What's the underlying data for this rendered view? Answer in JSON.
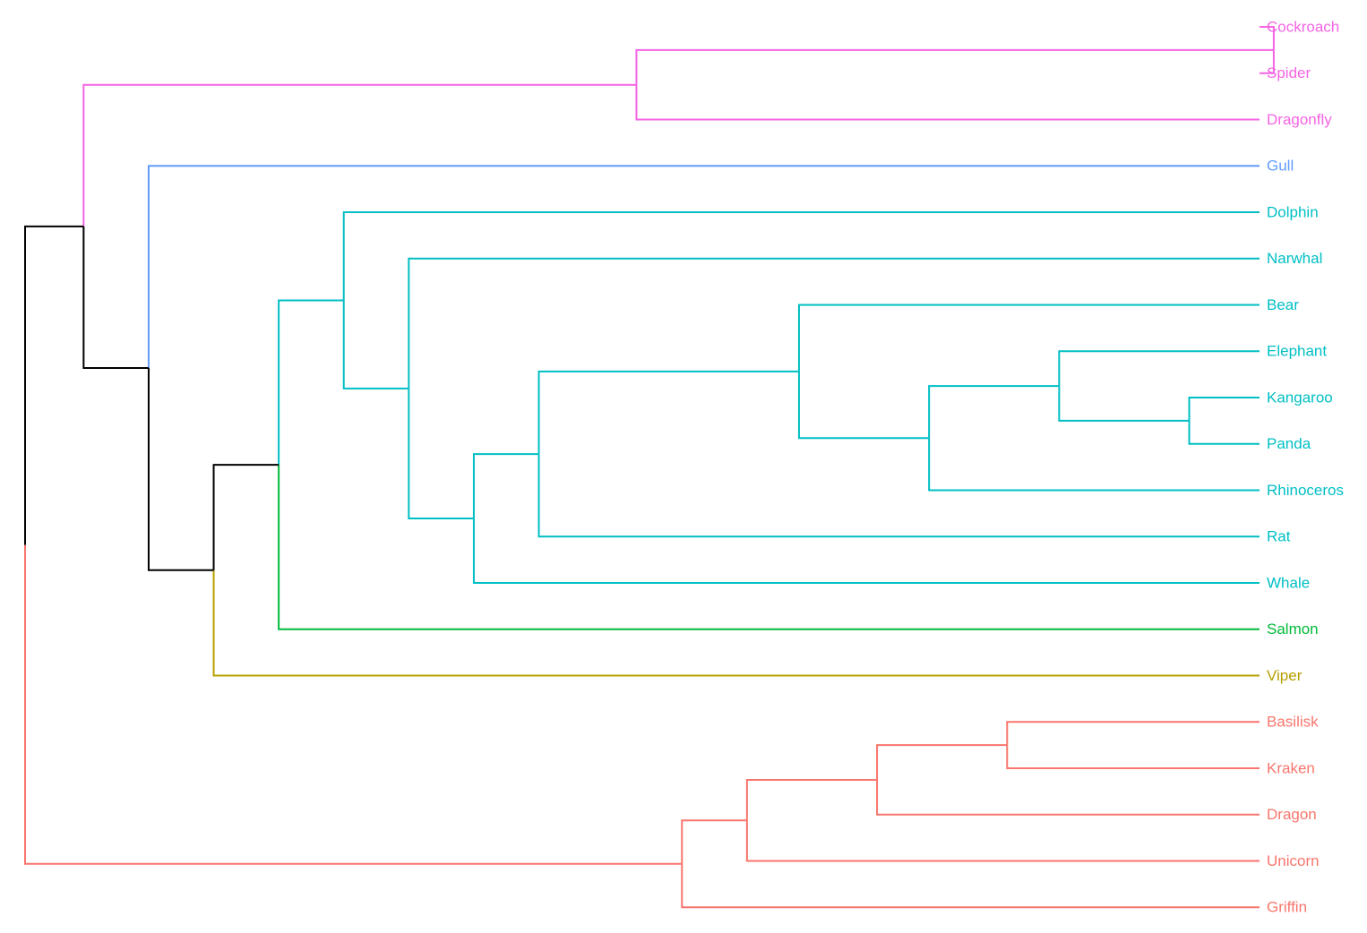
{
  "colors": {
    "pink": "#f564e3",
    "blue": "#619cff",
    "cyan": "#00bfc4",
    "green": "#00ba38",
    "olive": "#b79f00",
    "salmon": "#f8766d",
    "black": "#000000"
  },
  "leaves": [
    {
      "label": "Cockroach",
      "group": "pink"
    },
    {
      "label": "Spider",
      "group": "pink"
    },
    {
      "label": "Dragonfly",
      "group": "pink"
    },
    {
      "label": "Gull",
      "group": "blue"
    },
    {
      "label": "Dolphin",
      "group": "cyan"
    },
    {
      "label": "Narwhal",
      "group": "cyan"
    },
    {
      "label": "Bear",
      "group": "cyan"
    },
    {
      "label": "Elephant",
      "group": "cyan"
    },
    {
      "label": "Kangaroo",
      "group": "cyan"
    },
    {
      "label": "Panda",
      "group": "cyan"
    },
    {
      "label": "Rhinoceros",
      "group": "cyan"
    },
    {
      "label": "Rat",
      "group": "cyan"
    },
    {
      "label": "Whale",
      "group": "cyan"
    },
    {
      "label": "Salmon",
      "group": "green"
    },
    {
      "label": "Viper",
      "group": "olive"
    },
    {
      "label": "Basilisk",
      "group": "salmon"
    },
    {
      "label": "Kraken",
      "group": "salmon"
    },
    {
      "label": "Dragon",
      "group": "salmon"
    },
    {
      "label": "Unicorn",
      "group": "salmon"
    },
    {
      "label": "Griffin",
      "group": "salmon"
    }
  ],
  "merges": [
    {
      "id": "n1",
      "height": 19.2,
      "children": [
        "L0",
        "L1"
      ],
      "color": "pink"
    },
    {
      "id": "n2",
      "height": 9.4,
      "children": [
        "n1",
        "L2"
      ],
      "color": "pink"
    },
    {
      "id": "n3",
      "height": 17.9,
      "children": [
        "L8",
        "L9"
      ],
      "color": "cyan"
    },
    {
      "id": "n4",
      "height": 15.9,
      "children": [
        "L7",
        "n3"
      ],
      "color": "cyan"
    },
    {
      "id": "n5",
      "height": 13.9,
      "children": [
        "n4",
        "L10"
      ],
      "color": "cyan"
    },
    {
      "id": "n6",
      "height": 11.9,
      "children": [
        "L6",
        "n5"
      ],
      "color": "cyan"
    },
    {
      "id": "n7",
      "height": 7.9,
      "children": [
        "n6",
        "L11"
      ],
      "color": "cyan"
    },
    {
      "id": "n8",
      "height": 6.9,
      "children": [
        "n7",
        "L12"
      ],
      "color": "cyan"
    },
    {
      "id": "n9",
      "height": 5.9,
      "children": [
        "L5",
        "n8"
      ],
      "color": "cyan"
    },
    {
      "id": "n10",
      "height": 4.9,
      "children": [
        "L4",
        "n9"
      ],
      "color": "cyan"
    },
    {
      "id": "n11",
      "height": 3.9,
      "children": [
        "n10",
        "L13"
      ],
      "color": "black"
    },
    {
      "id": "n12",
      "height": 2.9,
      "children": [
        "n11",
        "L14"
      ],
      "color": "black"
    },
    {
      "id": "n13",
      "height": 1.9,
      "children": [
        "L3",
        "n12"
      ],
      "color": "black"
    },
    {
      "id": "n14",
      "height": 0.9,
      "children": [
        "n2",
        "n13"
      ],
      "color": "black"
    },
    {
      "id": "n15",
      "height": 15.1,
      "children": [
        "L15",
        "L16"
      ],
      "color": "salmon"
    },
    {
      "id": "n16",
      "height": 13.1,
      "children": [
        "n15",
        "L17"
      ],
      "color": "salmon"
    },
    {
      "id": "n17",
      "height": 11.1,
      "children": [
        "n16",
        "L18"
      ],
      "color": "salmon"
    },
    {
      "id": "n18",
      "height": 10.1,
      "children": [
        "n17",
        "L19"
      ],
      "color": "salmon"
    },
    {
      "id": "n19",
      "height": 0,
      "children": [
        "n14",
        "n18"
      ],
      "color": "black"
    }
  ]
}
